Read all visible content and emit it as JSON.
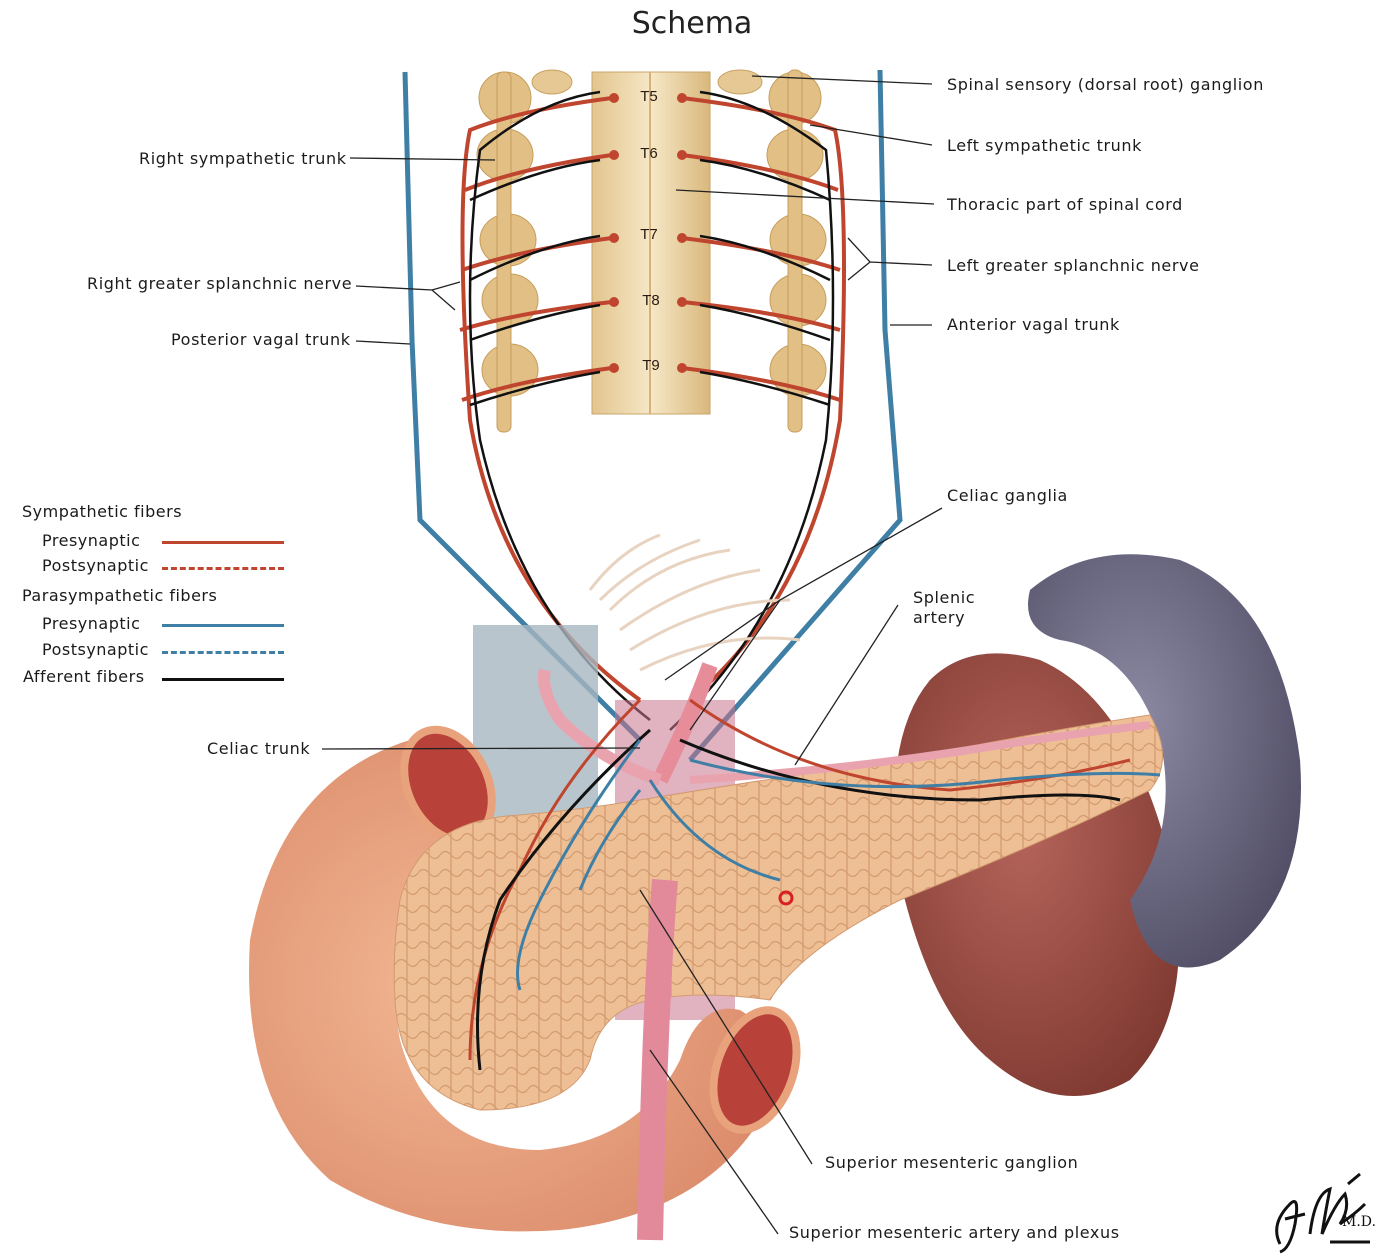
{
  "title": "Schema",
  "segments": [
    "T5",
    "T6",
    "T7",
    "T8",
    "T9"
  ],
  "labels": {
    "spinal_sensory_ganglion": "Spinal sensory  (dorsal root) ganglion",
    "left_sympathetic_trunk": "Left sympathetic trunk",
    "thoracic_spinal_cord": "Thoracic part of spinal cord",
    "left_greater_splanchnic": "Left greater splanchnic nerve",
    "anterior_vagal_trunk": "Anterior vagal trunk",
    "right_sympathetic_trunk": "Right sympathetic trunk",
    "right_greater_splanchnic": "Right greater splanchnic nerve",
    "posterior_vagal_trunk": "Posterior vagal trunk",
    "celiac_ganglia": "Celiac ganglia",
    "splenic_artery_1": "Splenic",
    "splenic_artery_2": "artery",
    "celiac_trunk": "Celiac trunk",
    "superior_mesenteric_ganglion": "Superior mesenteric ganglion",
    "superior_mesenteric_artery": "Superior mesenteric artery and plexus"
  },
  "legend": {
    "sympathetic_heading": "Sympathetic fibers",
    "symp_pre": "Presynaptic",
    "symp_post": "Postsynaptic",
    "parasympathetic_heading": "Parasympathetic fibers",
    "para_pre": "Presynaptic",
    "para_post": "Postsynaptic",
    "afferent": "Afferent fibers"
  },
  "colors": {
    "sympathetic": "#c0452f",
    "parasympathetic": "#3f7fa6",
    "afferent": "#111111",
    "spinal_cord": "#ecd6a8",
    "pancreas": "#e9b88e",
    "duodenum": "#e9a07f",
    "spleen": "#6e6b82",
    "kidney": "#9a4a3e"
  },
  "signature": "F. Netter M.D."
}
